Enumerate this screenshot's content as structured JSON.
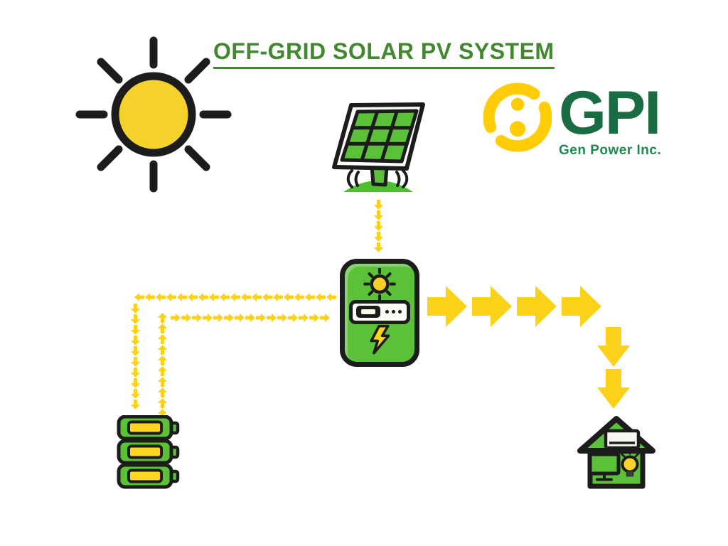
{
  "title": "OFF-GRID SOLAR PV SYSTEM",
  "logo": {
    "acronym": "GPI",
    "company_name": "Gen Power Inc."
  },
  "colors": {
    "diagram_green": "#5BC139",
    "title_green": "#41882F",
    "logo_dark_green": "#1A6C43",
    "logo_sub_green": "#1F8A4F",
    "arrow_yellow": "#FBD11A",
    "sun_yellow": "#F5D22B",
    "logo_yellow": "#FFCC05",
    "outline_black": "#1C1C1C"
  },
  "components": [
    {
      "id": "sun",
      "icon": "sun-icon"
    },
    {
      "id": "solar-panel",
      "icon": "solar-panel-icon"
    },
    {
      "id": "charge-controller",
      "icon": "charge-controller-icon"
    },
    {
      "id": "battery-bank",
      "icon": "battery-bank-icon"
    },
    {
      "id": "house-loads",
      "icon": "house-loads-icon"
    }
  ],
  "flows": [
    {
      "from": "solar-panel",
      "to": "charge-controller",
      "style": "small-dashed",
      "direction": "down"
    },
    {
      "from": "charge-controller",
      "to": "battery-bank",
      "style": "small-dashed",
      "direction": "left-then-down"
    },
    {
      "from": "battery-bank",
      "to": "charge-controller",
      "style": "small-dashed",
      "direction": "up-then-right"
    },
    {
      "from": "charge-controller",
      "to": "house-loads",
      "style": "large-solid",
      "direction": "right-then-down"
    }
  ]
}
